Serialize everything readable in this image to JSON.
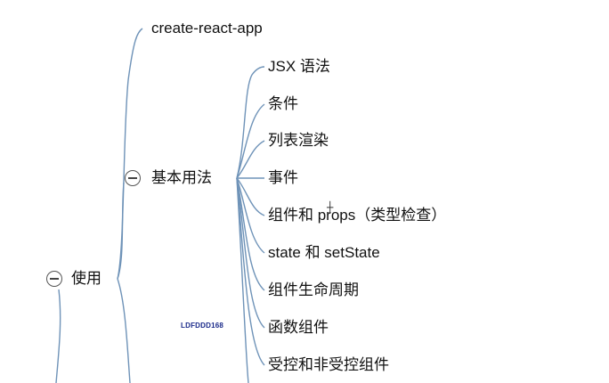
{
  "root": {
    "label": "使用"
  },
  "branches": [
    {
      "label": "create-react-app"
    },
    {
      "label": "基本用法",
      "children": [
        {
          "label": "JSX 语法"
        },
        {
          "label": "条件"
        },
        {
          "label": "列表渲染"
        },
        {
          "label": "事件"
        },
        {
          "label": "组件和 props（类型检查）"
        },
        {
          "label": "state 和 setState"
        },
        {
          "label": "组件生命周期"
        },
        {
          "label": "函数组件"
        },
        {
          "label": "受控和非受控组件"
        }
      ]
    }
  ],
  "watermark": "LDFDDD168",
  "colors": {
    "connector": "#6f93b8",
    "toggle_border": "#555555"
  }
}
